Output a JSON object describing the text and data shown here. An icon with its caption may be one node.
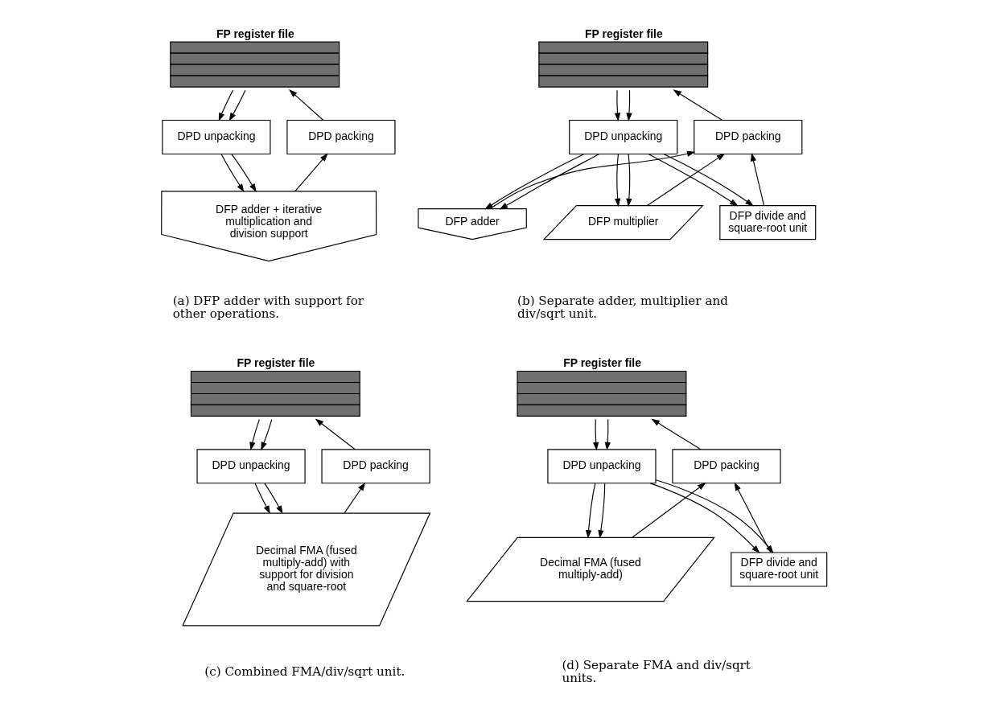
{
  "diagram": {
    "nodes": [
      {
        "text": [
          "FP register file"
        ]
      },
      {
        "text": [
          "DPD unpacking"
        ]
      },
      {
        "text": [
          "DPD packing"
        ]
      },
      {
        "text": [
          "DFP adder + iterative multiplication and division support"
        ]
      },
      {
        "text": [
          "FP register file"
        ]
      },
      {
        "text": [
          "DPD unpacking"
        ]
      },
      {
        "text": [
          "DPD packing"
        ]
      },
      {
        "text": [
          "DFP adder"
        ]
      },
      {
        "text": [
          "DFP multiplier"
        ]
      },
      {
        "text": [
          "DFP divide and square-root unit"
        ]
      },
      {
        "text": [
          "FP register file"
        ]
      },
      {
        "text": [
          "DPD unpacking"
        ]
      },
      {
        "text": [
          "DPD packing"
        ]
      },
      {
        "text": [
          "Decimal FMA (fused multiply-add) with support for division and square-root"
        ]
      },
      {
        "text": [
          "FP register file"
        ]
      },
      {
        "text": [
          "DPD unpacking"
        ]
      },
      {
        "text": [
          "DPD packing"
        ]
      },
      {
        "text": [
          "Decimal FMA (fused multiply-add)"
        ]
      },
      {
        "text": [
          "DFP divide and square-root unit"
        ]
      }
    ],
    "edges": [
      {
        "from": 0,
        "to": 1,
        "arrow": "to"
      },
      {
        "from": 0,
        "to": 1,
        "arrow": "to"
      },
      {
        "from": 1,
        "to": 3,
        "arrow": "to"
      },
      {
        "from": 1,
        "to": 3,
        "arrow": "to"
      },
      {
        "from": 3,
        "to": 2,
        "arrow": "to"
      },
      {
        "from": 2,
        "to": 0,
        "arrow": "to"
      },
      {
        "from": 4,
        "to": 5,
        "arrow": "to"
      },
      {
        "from": 4,
        "to": 5,
        "arrow": "to"
      },
      {
        "from": 5,
        "to": 7,
        "arrow": "to"
      },
      {
        "from": 5,
        "to": 7,
        "arrow": "to"
      },
      {
        "from": 5,
        "to": 8,
        "arrow": "to"
      },
      {
        "from": 5,
        "to": 8,
        "arrow": "to"
      },
      {
        "from": 5,
        "to": 9,
        "arrow": "to"
      },
      {
        "from": 5,
        "to": 9,
        "arrow": "to"
      },
      {
        "from": 7,
        "to": 6,
        "arrow": "to"
      },
      {
        "from": 8,
        "to": 6,
        "arrow": "to"
      },
      {
        "from": 9,
        "to": 6,
        "arrow": "to"
      },
      {
        "from": 6,
        "to": 4,
        "arrow": "to"
      },
      {
        "from": 10,
        "to": 11,
        "arrow": "to"
      },
      {
        "from": 10,
        "to": 11,
        "arrow": "to"
      },
      {
        "from": 11,
        "to": 13,
        "arrow": "to"
      },
      {
        "from": 11,
        "to": 13,
        "arrow": "to"
      },
      {
        "from": 13,
        "to": 12,
        "arrow": "to"
      },
      {
        "from": 12,
        "to": 10,
        "arrow": "to"
      },
      {
        "from": 14,
        "to": 15,
        "arrow": "to"
      },
      {
        "from": 14,
        "to": 15,
        "arrow": "to"
      },
      {
        "from": 15,
        "to": 17,
        "arrow": "to"
      },
      {
        "from": 15,
        "to": 17,
        "arrow": "to"
      },
      {
        "from": 15,
        "to": 18,
        "arrow": "to"
      },
      {
        "from": 15,
        "to": 18,
        "arrow": "to"
      },
      {
        "from": 17,
        "to": 16,
        "arrow": "to"
      },
      {
        "from": 18,
        "to": 16,
        "arrow": "to"
      },
      {
        "from": 16,
        "to": 14,
        "arrow": "to"
      }
    ],
    "labels": [
      "(a) DFP adder with support for other operations.",
      "(b) Separate adder, multiplier and div/sqrt unit.",
      "(c) Combined FMA/div/sqrt unit.",
      "(d) Separate FMA and div/sqrt units."
    ]
  }
}
